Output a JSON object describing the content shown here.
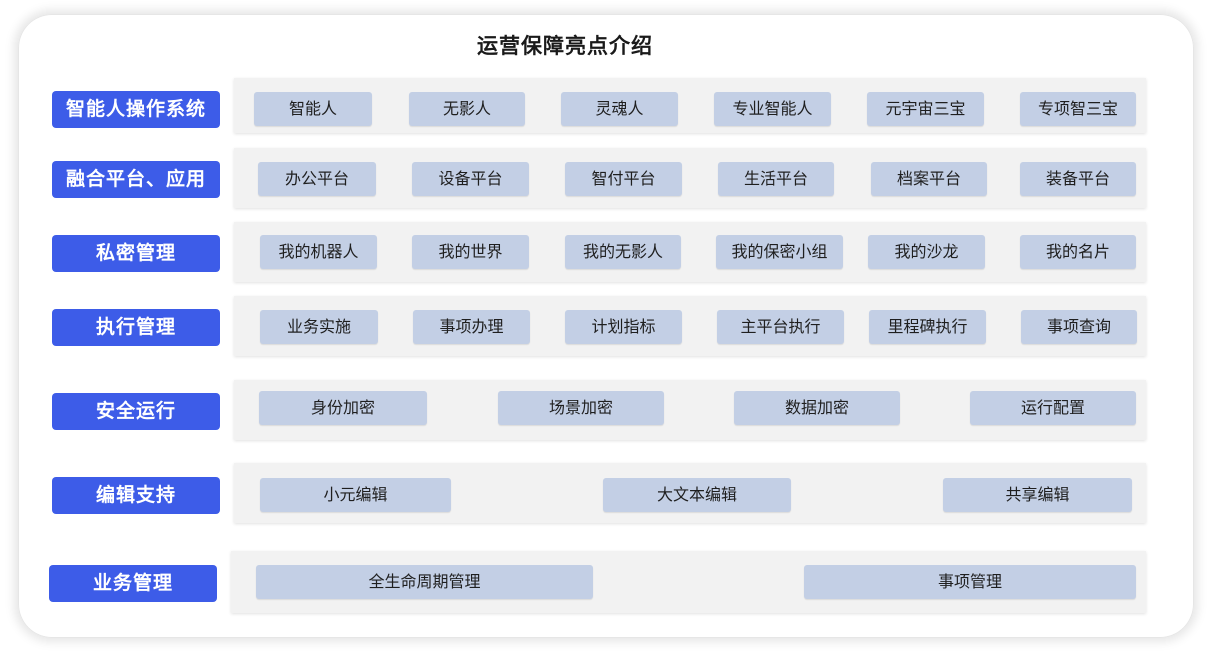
{
  "title": "运营保障亮点介绍",
  "rows": [
    {
      "label": "智能人操作系统",
      "items": [
        "智能人",
        "无影人",
        "灵魂人",
        "专业智能人",
        "元宇宙三宝",
        "专项智三宝"
      ]
    },
    {
      "label": "融合平台、应用",
      "items": [
        "办公平台",
        "设备平台",
        "智付平台",
        "生活平台",
        "档案平台",
        "装备平台"
      ]
    },
    {
      "label": "私密管理",
      "items": [
        "我的机器人",
        "我的世界",
        "我的无影人",
        "我的保密小组",
        "我的沙龙",
        "我的名片"
      ]
    },
    {
      "label": "执行管理",
      "items": [
        "业务实施",
        "事项办理",
        "计划指标",
        "主平台执行",
        "里程碑执行",
        "事项查询"
      ]
    },
    {
      "label": "安全运行",
      "items": [
        "身份加密",
        "场景加密",
        "数据加密",
        "运行配置"
      ]
    },
    {
      "label": "编辑支持",
      "items": [
        "小元编辑",
        "大文本编辑",
        "共享编辑"
      ]
    },
    {
      "label": "业务管理",
      "items": [
        "全生命周期管理",
        "事项管理"
      ]
    }
  ]
}
